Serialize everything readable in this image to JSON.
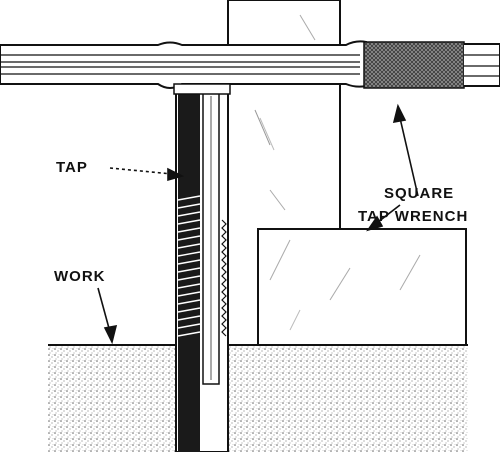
{
  "figure": {
    "labels": {
      "tap_wrench": "TAP WRENCH",
      "tap": "TAP",
      "square": "SQUARE",
      "work": "WORK"
    }
  },
  "colors": {
    "ink": "#111111",
    "paper": "#ffffff",
    "work_stipple": "#8a8a8a"
  }
}
